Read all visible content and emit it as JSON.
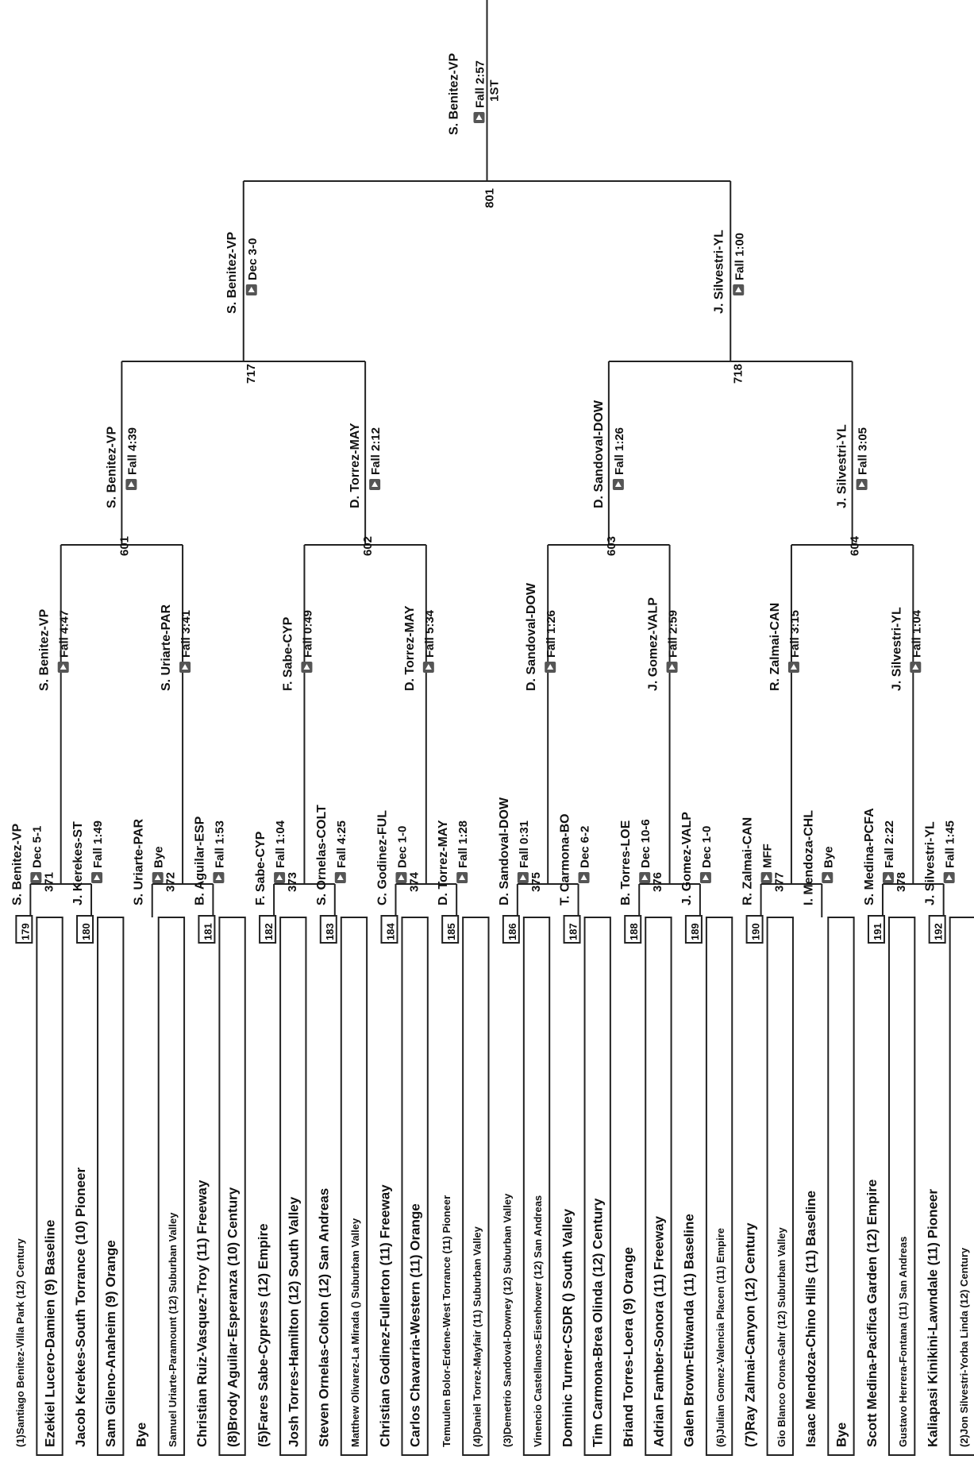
{
  "entrants": [
    {
      "seed": "(1)",
      "text": "Santiago Benitez-Villa Park (12) Century",
      "num": "179",
      "boxed": false,
      "small": true
    },
    {
      "seed": "",
      "text": "Ezekiel Lucero-Damien (9) Baseline",
      "num": "",
      "boxed": true,
      "small": false
    },
    {
      "seed": "",
      "text": "Jacob Kerekes-South Torrance (10) Pioneer",
      "num": "180",
      "boxed": false,
      "small": false
    },
    {
      "seed": "",
      "text": "Sam Gileno-Anaheim (9) Orange",
      "num": "",
      "boxed": true,
      "small": false
    },
    {
      "seed": "",
      "text": "Bye",
      "num": "",
      "boxed": false,
      "small": false
    },
    {
      "seed": "",
      "text": "Samuel Uriarte-Paramount (12) Suburban Valley",
      "num": "",
      "boxed": true,
      "small": true
    },
    {
      "seed": "",
      "text": "Christian Ruiz-Vasquez-Troy (11) Freeway",
      "num": "181",
      "boxed": false,
      "small": false
    },
    {
      "seed": "(8)",
      "text": "Brody Aguilar-Esperanza (10) Century",
      "num": "",
      "boxed": true,
      "small": false
    },
    {
      "seed": "(5)",
      "text": "Fares Sabe-Cypress (12) Empire",
      "num": "182",
      "boxed": false,
      "small": false
    },
    {
      "seed": "",
      "text": "Josh Torres-Hamilton (12) South Valley",
      "num": "",
      "boxed": true,
      "small": false
    },
    {
      "seed": "",
      "text": "Steven Ornelas-Colton (12) San Andreas",
      "num": "183",
      "boxed": false,
      "small": false
    },
    {
      "seed": "",
      "text": "Matthew Olivarez-La Mirada () Suburban Valley",
      "num": "",
      "boxed": true,
      "small": true
    },
    {
      "seed": "",
      "text": "Christian Godinez-Fullerton (11) Freeway",
      "num": "184",
      "boxed": false,
      "small": false
    },
    {
      "seed": "",
      "text": "Carlos Chavarria-Western (11) Orange",
      "num": "",
      "boxed": true,
      "small": false
    },
    {
      "seed": "",
      "text": "Temuulen Bolor-Erdene-West Torrance (11) Pioneer",
      "num": "185",
      "boxed": false,
      "small": true
    },
    {
      "seed": "(4)",
      "text": "Daniel Torrez-Mayfair (11) Suburban Valley",
      "num": "",
      "boxed": true,
      "small": true
    },
    {
      "seed": "(3)",
      "text": "Demetrio Sandoval-Downey (12) Suburban Valley",
      "num": "186",
      "boxed": false,
      "small": true
    },
    {
      "seed": "",
      "text": "Vinencio Castellanos-Eisenhower (12) San Andreas",
      "num": "",
      "boxed": true,
      "small": true
    },
    {
      "seed": "",
      "text": "Dominic Turner-CSDR () South Valley",
      "num": "187",
      "boxed": false,
      "small": false
    },
    {
      "seed": "",
      "text": "Tim Carmona-Brea Olinda (12) Century",
      "num": "",
      "boxed": true,
      "small": false
    },
    {
      "seed": "",
      "text": "Briand Torres-Loera (9) Orange",
      "num": "188",
      "boxed": false,
      "small": false
    },
    {
      "seed": "",
      "text": "Adrian Famber-Sonora (11) Freeway",
      "num": "",
      "boxed": true,
      "small": false
    },
    {
      "seed": "",
      "text": "Galen Brown-Etiwanda (11) Baseline",
      "num": "189",
      "boxed": false,
      "small": false
    },
    {
      "seed": "(6)",
      "text": "Julian Gomez-Valencia Placen (11) Empire",
      "num": "",
      "boxed": true,
      "small": true
    },
    {
      "seed": "(7)",
      "text": "Ray Zalmai-Canyon (12) Century",
      "num": "190",
      "boxed": false,
      "small": false
    },
    {
      "seed": "",
      "text": "Gio Blanco Orona-Gahr (12) Suburban Valley",
      "num": "",
      "boxed": true,
      "small": true
    },
    {
      "seed": "",
      "text": "Isaac Mendoza-Chino Hills (11) Baseline",
      "num": "",
      "boxed": false,
      "small": false
    },
    {
      "seed": "",
      "text": "Bye",
      "num": "",
      "boxed": true,
      "small": false
    },
    {
      "seed": "",
      "text": "Scott Medina-Pacifica Garden (12) Empire",
      "num": "191",
      "boxed": false,
      "small": false
    },
    {
      "seed": "",
      "text": "Gustavo Herrera-Fontana (11) San Andreas",
      "num": "",
      "boxed": true,
      "small": true
    },
    {
      "seed": "",
      "text": "Kaliapasi Kinikini-Lawndale (11) Pioneer",
      "num": "192",
      "boxed": false,
      "small": false
    },
    {
      "seed": "(2)",
      "text": "Jon Silvestri-Yorba Linda (12) Century",
      "num": "",
      "boxed": true,
      "small": true
    }
  ],
  "round1": [
    {
      "bout": "371",
      "top": "S. Benitez-VP",
      "top_result": "Dec 5-1",
      "bot": "J. Kerekes-ST",
      "bot_result": "Fall 1:49",
      "winner": "S. Benitez-VP",
      "win_result": "Fall 4:47"
    },
    {
      "bout": "372",
      "top": "S. Uriarte-PAR",
      "top_result": "Bye",
      "bot": "B. Aguilar-ESP",
      "bot_result": "Fall 1:53",
      "winner": "S. Uriarte-PAR",
      "win_result": "Fall 3:41"
    },
    {
      "bout": "373",
      "top": "F. Sabe-CYP",
      "top_result": "Fall 1:04",
      "bot": "S. Ornelas-COLT",
      "bot_result": "Fall 4:25",
      "winner": "F. Sabe-CYP",
      "win_result": "Fall 0:49"
    },
    {
      "bout": "374",
      "top": "C. Godinez-FUL",
      "top_result": "Dec 1-0",
      "bot": "D. Torrez-MAY",
      "bot_result": "Fall 1:28",
      "winner": "D. Torrez-MAY",
      "win_result": "Fall 5:34"
    },
    {
      "bout": "375",
      "top": "D. Sandoval-DOW",
      "top_result": "Fall 0:31",
      "bot": "T. Carmona-BO",
      "bot_result": "Dec 6-2",
      "winner": "D. Sandoval-DOW",
      "win_result": "Fall 1:26"
    },
    {
      "bout": "376",
      "top": "B. Torres-LOE",
      "top_result": "Dec 10-6",
      "bot": "J. Gomez-VALP",
      "bot_result": "Dec 1-0",
      "winner": "J. Gomez-VALP",
      "win_result": "Fall 2:59"
    },
    {
      "bout": "377",
      "top": "R. Zalmai-CAN",
      "top_result": "MFF",
      "bot": "I. Mendoza-CHL",
      "bot_result": "Bye",
      "winner": "R. Zalmai-CAN",
      "win_result": "Fall 3:15"
    },
    {
      "bout": "378",
      "top": "S. Medina-PCFA",
      "top_result": "Fall 2:22",
      "bot": "J. Silvestri-YL",
      "bot_result": "Fall 1:45",
      "winner": "J. Silvestri-YL",
      "win_result": "Fall 1:04"
    }
  ],
  "round2": [
    {
      "bout": "601",
      "winner": "S. Benitez-VP",
      "win_result": "Fall 4:39"
    },
    {
      "bout": "602",
      "winner": "D. Torrez-MAY",
      "win_result": "Fall 2:12"
    },
    {
      "bout": "603",
      "winner": "D. Sandoval-DOW",
      "win_result": "Fall 1:26"
    },
    {
      "bout": "604",
      "winner": "J. Silvestri-YL",
      "win_result": "Fall 3:05"
    }
  ],
  "round3": [
    {
      "bout": "717",
      "winner": "S. Benitez-VP",
      "win_result": "Dec 3-0"
    },
    {
      "bout": "718",
      "winner": "J. Silvestri-YL",
      "win_result": "Fall 1:00"
    }
  ],
  "final": {
    "bout": "801",
    "winner": "S. Benitez-VP",
    "win_result": "Fall 2:57",
    "place": "1ST"
  }
}
